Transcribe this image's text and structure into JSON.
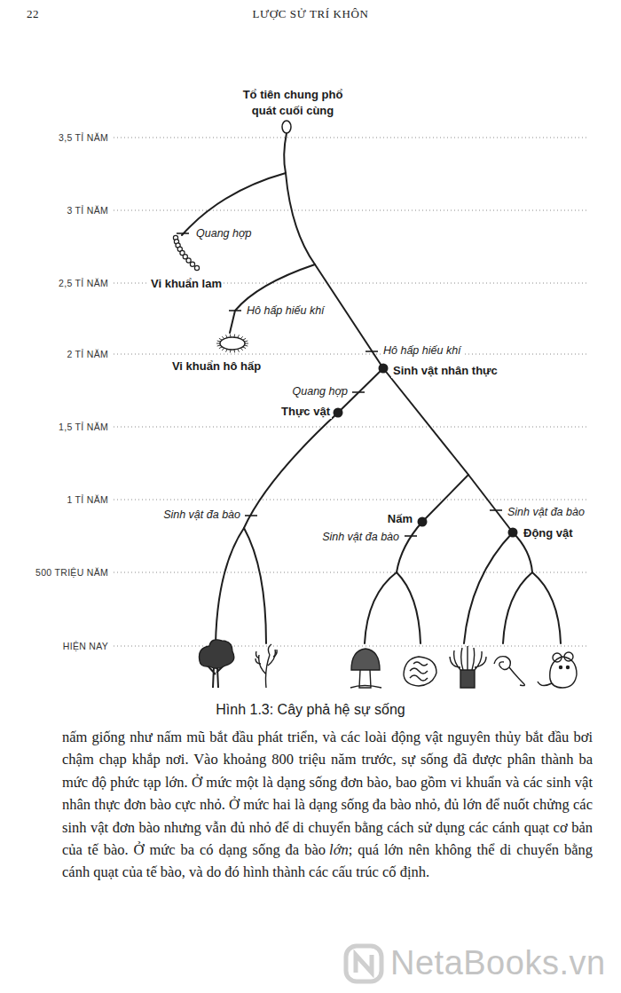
{
  "diagram": {
    "caption": "Hình 1.3: Cây phả hệ sự sống",
    "labels": [
      "22",
      "LƯỢC SỬ TRÍ KHÔN",
      "Tổ tiên chung phổ quát cuối cùng",
      "3,5 TỈ NĂM",
      "3 TỈ NĂM",
      "2,5 TỈ NĂM",
      "2 TỈ NĂM",
      "1,5 TỈ NĂM",
      "1 TỈ NĂM",
      "500 TRIỆU NĂM",
      "HIỆN NAY",
      "Quang hợp",
      "Vi khuẩn lam",
      "Hô hấp hiếu khí",
      "Vi khuẩn hô hấp",
      "Hô hấp hiếu khí",
      "Sinh vật nhân thực",
      "Quang hợp",
      "Thực vật",
      "Sinh vật đa bào",
      "Nấm",
      "Sinh vật đa bào",
      "Sinh vật đa bào",
      "Động vật",
      "nấm giống như nấm mũ bắt đầu phát triển, và các loài động vật nguyên thủy bắt đầu bơi chậm chạp khắp nơi. Vào khoảng 800 triệu năm trước, sự sống đã được phân thành ba mức độ phức tạp lớn. Ở mức một là dạng sống đơn bào, bao gồm vi khuẩn và các sinh vật nhân thực đơn bào cực nhỏ. Ở mức hai là dạng sống đa bào nhỏ, đủ lớn để nuốt chửng các sinh vật đơn bào nhưng vẫn đủ nhỏ để di chuyển bằng cách sử dụng các cánh quạt cơ bản của tế bào. Ở mức ba có dạng sống đa bào",
      "lớn",
      "; quá lớn nên không thể di chuyển bằng cánh quạt của tế bào, và do đó hình thành các cấu trúc cố định.",
      "NetaBooks.vn"
    ]
  }
}
